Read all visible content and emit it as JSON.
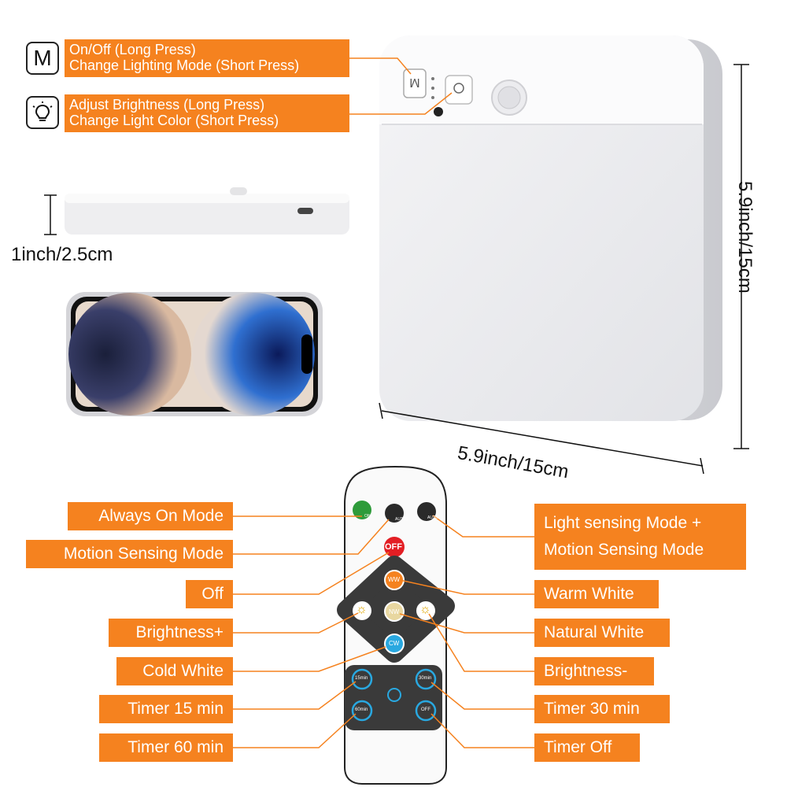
{
  "mode_button": {
    "glyph": "M",
    "lines": [
      "On/Off (Long Press)",
      "Change Lighting Mode (Short Press)"
    ]
  },
  "light_button": {
    "icon": "bulb-icon",
    "lines": [
      "Adjust Brightness (Long Press)",
      "Change Light Color  (Short Press)"
    ]
  },
  "dimensions": {
    "thickness": "1inch/2.5cm",
    "width": "5.9inch/15cm",
    "height": "5.9inch/15cm"
  },
  "remote_labels_left": [
    "Always On Mode",
    "Motion Sensing Mode",
    "Off",
    "Brightness+",
    "Cold White",
    "Timer 15 min",
    "Timer 60 min"
  ],
  "remote_labels_right": [
    "Light sensing Mode +",
    "Motion Sensing Mode",
    "Warm White",
    "Natural White",
    "Brightness-",
    "Timer 30 min",
    "Timer Off"
  ],
  "remote_buttons": {
    "on": "ON",
    "auto1": "AUTO1",
    "auto2": "AUTO2",
    "off": "OFF",
    "ww": "WW",
    "nw": "NW",
    "cw": "CW",
    "t15": "15min",
    "t30": "30min",
    "t60": "60min",
    "toff": "OFF"
  },
  "colors": {
    "accent": "#f5821f",
    "off_button": "#e31e24",
    "on_button": "#2e9b3a",
    "timer_ring": "#29a8e0"
  }
}
